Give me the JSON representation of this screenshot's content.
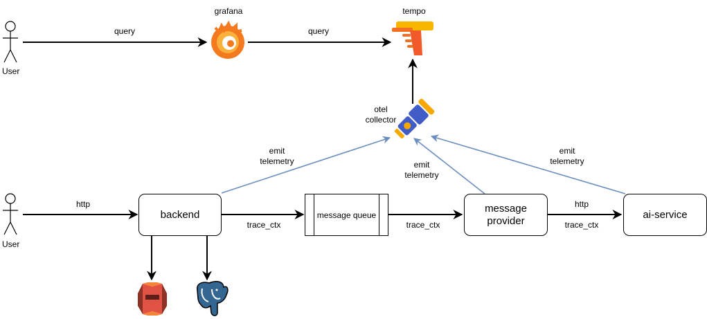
{
  "actors": [
    {
      "id": "user-top",
      "label": "User"
    },
    {
      "id": "user-bottom",
      "label": "User"
    }
  ],
  "nodes": {
    "grafana": {
      "label": "grafana",
      "icon": "grafana-logo-icon"
    },
    "tempo": {
      "label": "tempo",
      "icon": "tempo-logo-icon"
    },
    "otel": {
      "label_line1": "otel",
      "label_line2": "collector",
      "icon": "otel-telescope-icon"
    },
    "backend": {
      "label": "backend"
    },
    "queue": {
      "label": "message queue"
    },
    "provider": {
      "label_line1": "message",
      "label_line2": "provider"
    },
    "ai": {
      "label": "ai-service"
    },
    "s3": {
      "icon": "aws-s3-bucket-icon"
    },
    "postgres": {
      "icon": "postgres-elephant-icon"
    }
  },
  "edges": {
    "user_grafana": "query",
    "grafana_tempo": "query",
    "user_backend": "http",
    "backend_queue": "trace_ctx",
    "queue_provider": "trace_ctx",
    "provider_ai_top": "http",
    "provider_ai_bottom": "trace_ctx",
    "backend_otel_1": "emit",
    "backend_otel_2": "telemetry",
    "provider_otel_1": "emit",
    "provider_otel_2": "telemetry",
    "ai_otel_1": "emit",
    "ai_otel_2": "telemetry"
  },
  "colors": {
    "edge": "#000000",
    "telemetry_edge": "#6c8ebf",
    "grafana": "#f47a20",
    "tempo": "#f5a623",
    "otel_blue": "#425cc7",
    "otel_yellow": "#f5a800",
    "s3": "#d9453a",
    "postgres": "#336791"
  }
}
